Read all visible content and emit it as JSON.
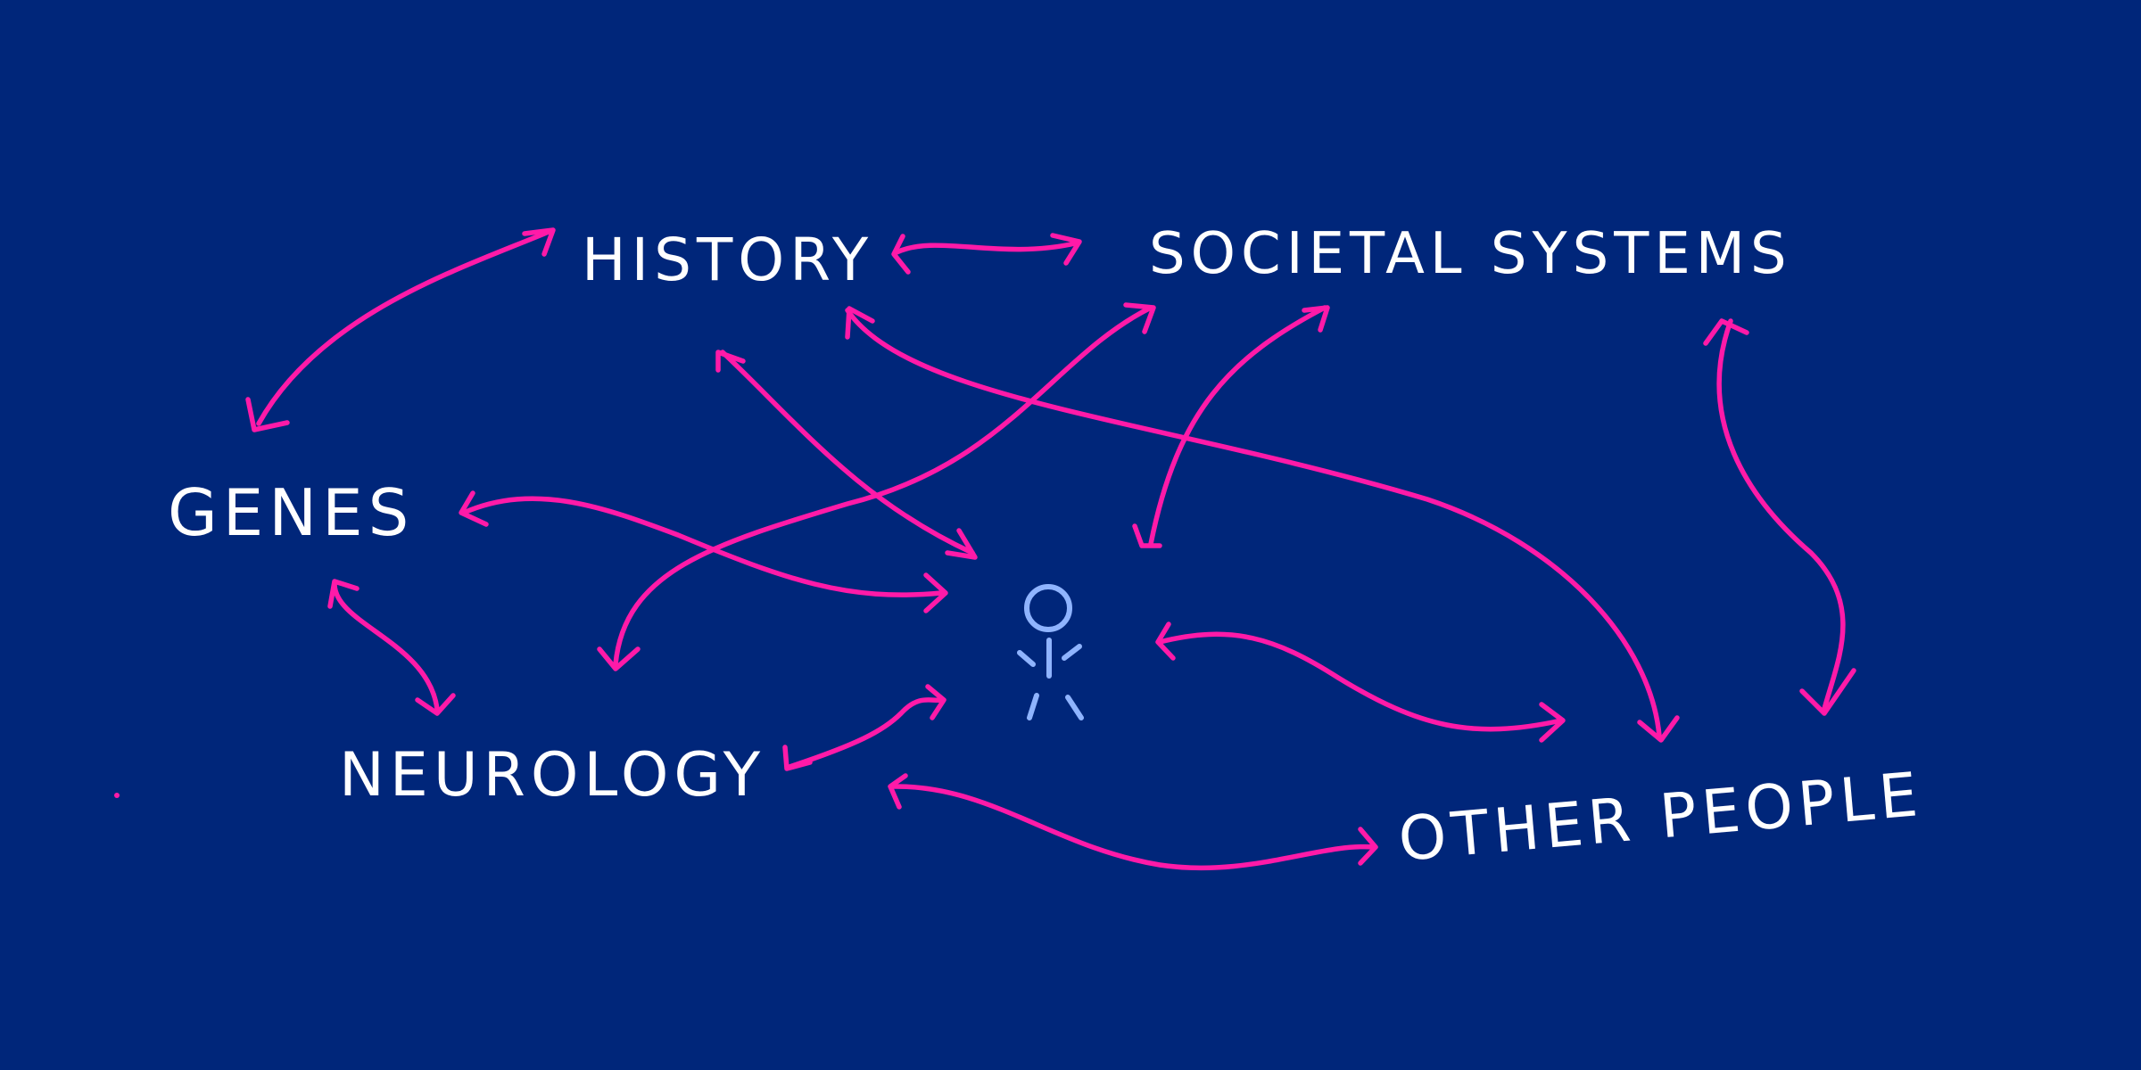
{
  "colors": {
    "background": "#00267a",
    "text": "#ffffff",
    "arrow": "#ff1aa8",
    "person": "#8fb4ff"
  },
  "nodes": {
    "history": {
      "label": "HISTORY"
    },
    "societal_systems": {
      "label": "SOCIETAL SYSTEMS"
    },
    "genes": {
      "label": "GENES"
    },
    "neurology": {
      "label": "NEUROLOGY"
    },
    "other_people": {
      "label": "OTHER PEOPLE"
    }
  },
  "center_figure": {
    "icon": "stick-figure-person-icon"
  },
  "connections": [
    {
      "from": "history",
      "to": "genes",
      "direction": "both"
    },
    {
      "from": "history",
      "to": "societal_systems",
      "direction": "both"
    },
    {
      "from": "history",
      "to": "person",
      "direction": "both"
    },
    {
      "from": "history",
      "to": "other_people",
      "direction": "both"
    },
    {
      "from": "societal_systems",
      "to": "neurology",
      "direction": "both"
    },
    {
      "from": "societal_systems",
      "to": "person",
      "direction": "both"
    },
    {
      "from": "societal_systems",
      "to": "other_people",
      "direction": "both"
    },
    {
      "from": "genes",
      "to": "person",
      "direction": "both"
    },
    {
      "from": "genes",
      "to": "neurology",
      "direction": "both"
    },
    {
      "from": "neurology",
      "to": "person",
      "direction": "both"
    },
    {
      "from": "neurology",
      "to": "other_people",
      "direction": "both"
    },
    {
      "from": "person",
      "to": "other_people",
      "direction": "both"
    }
  ]
}
